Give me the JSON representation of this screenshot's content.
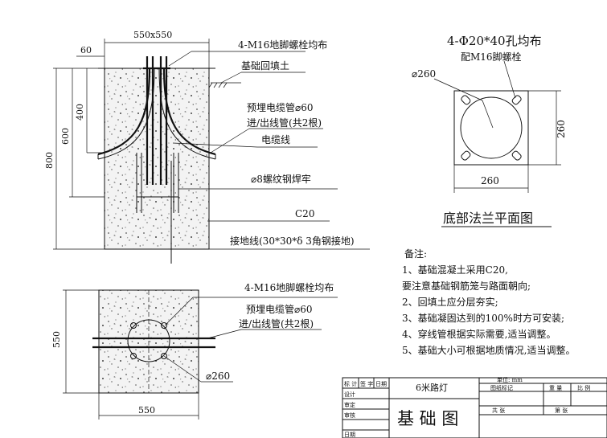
{
  "section": {
    "dim_width": "550x550",
    "dim_60": "60",
    "dim_400": "400",
    "dim_600": "600",
    "dim_800": "800",
    "bolts": "4-M16地脚螺栓均布",
    "backfill": "基础回填土",
    "pipe": "预埋电缆管⌀60",
    "pipe2": "进/出线管(共2根)",
    "cable": "电缆线",
    "rebar": "⌀8螺纹钢焊牢",
    "c20": "C20",
    "ground": "接地线(30*30*δ 3角钢接地)"
  },
  "flange": {
    "holes": "4-Φ20*40孔均布",
    "bolt_note": "配M16脚螺栓",
    "dia": "⌀260",
    "dim_h": "260",
    "dim_w": "260",
    "caption": "底部法兰平面图"
  },
  "plan": {
    "bolts": "4-M16地脚螺栓均布",
    "pipe": "预埋电缆管⌀60",
    "pipe2": "进/出线管(共2根)",
    "dia": "⌀260",
    "dim_550_v": "550",
    "dim_550_h": "550"
  },
  "notes": {
    "title": "备注:",
    "lines": [
      "1、基础混凝土采用C20,",
      "要注意基础钢筋笼与路面朝向;",
      "2、回填土应分层夯实;",
      "3、基础凝固达到的100%时方可安装;",
      "4、穿线管根据实际需要,适当调整。",
      "5、基础大小可根据地质情况,适当调整。"
    ]
  },
  "titleblock": {
    "hdr1": "标 计",
    "hdr2": "签 字",
    "hdr3": "日期",
    "row_design": "设计",
    "row_check": "审定",
    "row_review": "审核",
    "row_date": "日期",
    "project": "6米路灯",
    "drawing_title": "基 础 图",
    "unit": "单位: mm",
    "mark": "图纸标记",
    "weight": "重 量",
    "scale": "比 例",
    "sheets_total": "共      张",
    "sheet_no": "第      张"
  }
}
